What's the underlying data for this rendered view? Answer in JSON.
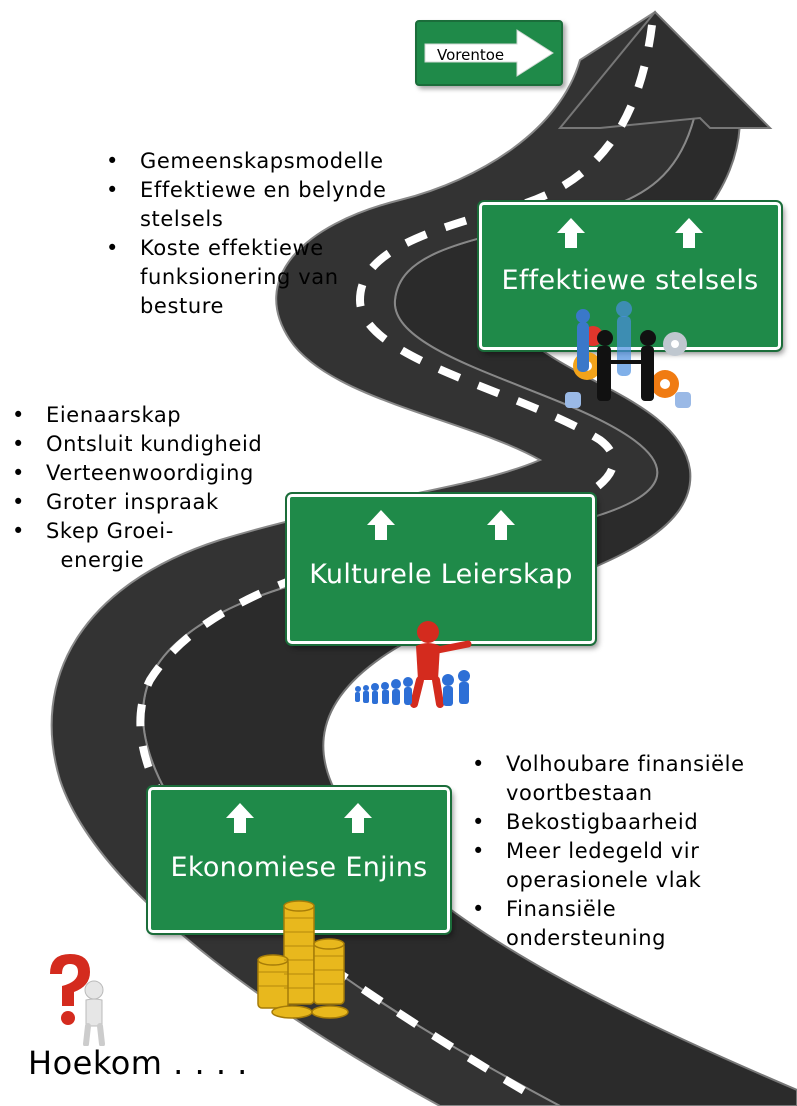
{
  "road_sign": {
    "label": "Vorentoe"
  },
  "signs": {
    "stelsels": {
      "title": "Effektiewe stelsels"
    },
    "leierskap": {
      "title": "Kulturele Leierskap"
    },
    "enjins": {
      "title": "Ekonomiese Enjins"
    }
  },
  "bullets_stelsels": [
    "Gemeenskapsmodelle",
    "Effektiewe en belynde\nstelsels",
    "Koste effektiewe\nfunksionering van\nbesture"
  ],
  "bullets_leierskap": [
    "Eienaarskap",
    "Ontsluit kundigheid",
    "Verteenwoordiging",
    "Groter inspraak",
    "Skep Groei-\n  energie"
  ],
  "bullets_enjins": [
    "Volhoubare finansiële\nvoortbestaan",
    "Bekostigbaarheid",
    "Meer ledegeld vir\noperasionele vlak",
    "Finansiële\nondersteuning"
  ],
  "question": {
    "label": "Hoekom . . . ."
  },
  "colors": {
    "sign_green": "#1f8a49",
    "road": "#2b2b2b",
    "marking": "#ffffff"
  },
  "icons": [
    "up-arrow-icon",
    "question-mark-icon",
    "gold-coins-icon",
    "leader-figures-icon",
    "business-people-gears-icon"
  ]
}
